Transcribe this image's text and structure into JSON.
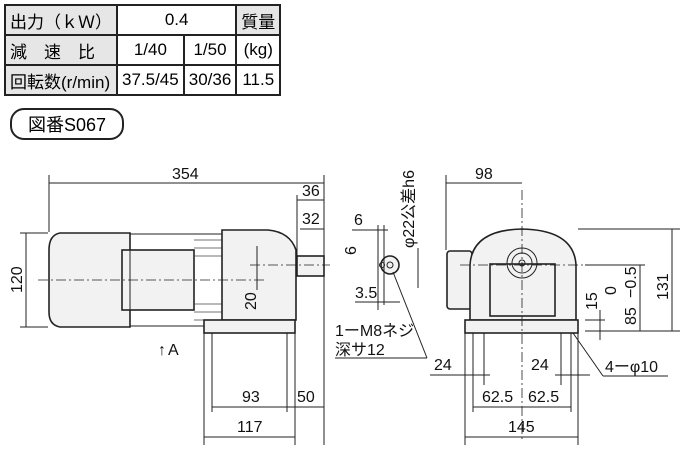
{
  "spec_table": {
    "output_label": "出力（ｋＷ）",
    "output_value": "0.4",
    "mass_label_1": "質量",
    "mass_label_2": "(kg)",
    "ratio_label": "減　速　比",
    "ratio_1": "1/40",
    "ratio_2": "1/50",
    "speed_label": "回転数(r/min)",
    "speed_1": "37.5/45",
    "speed_2": "30/36",
    "mass_value": "11.5"
  },
  "figure_number": "図番S067",
  "side_view": {
    "total_length": "354",
    "height": "120",
    "shaft_len_36": "36",
    "shaft_len_32": "32",
    "offset_20": "20",
    "view_a": "A",
    "base_93": "93",
    "base_50": "50",
    "base_117": "117"
  },
  "shaft_detail": {
    "key_6_width": "6",
    "key_6_height": "6",
    "key_3_5": "3.5",
    "diameter": "φ22公差h6",
    "tap_1": "1ーM8ネジ",
    "tap_2": "深サ12"
  },
  "front_view": {
    "width_98": "98",
    "height_131": "131",
    "height_85": "85",
    "tol_upper": "0",
    "tol_lower": "−0.5",
    "base_15": "15",
    "left_24": "24",
    "right_24": "24",
    "pitch_left": "62.5",
    "pitch_right": "62.5",
    "width_145": "145",
    "holes": "4ーφ10"
  }
}
